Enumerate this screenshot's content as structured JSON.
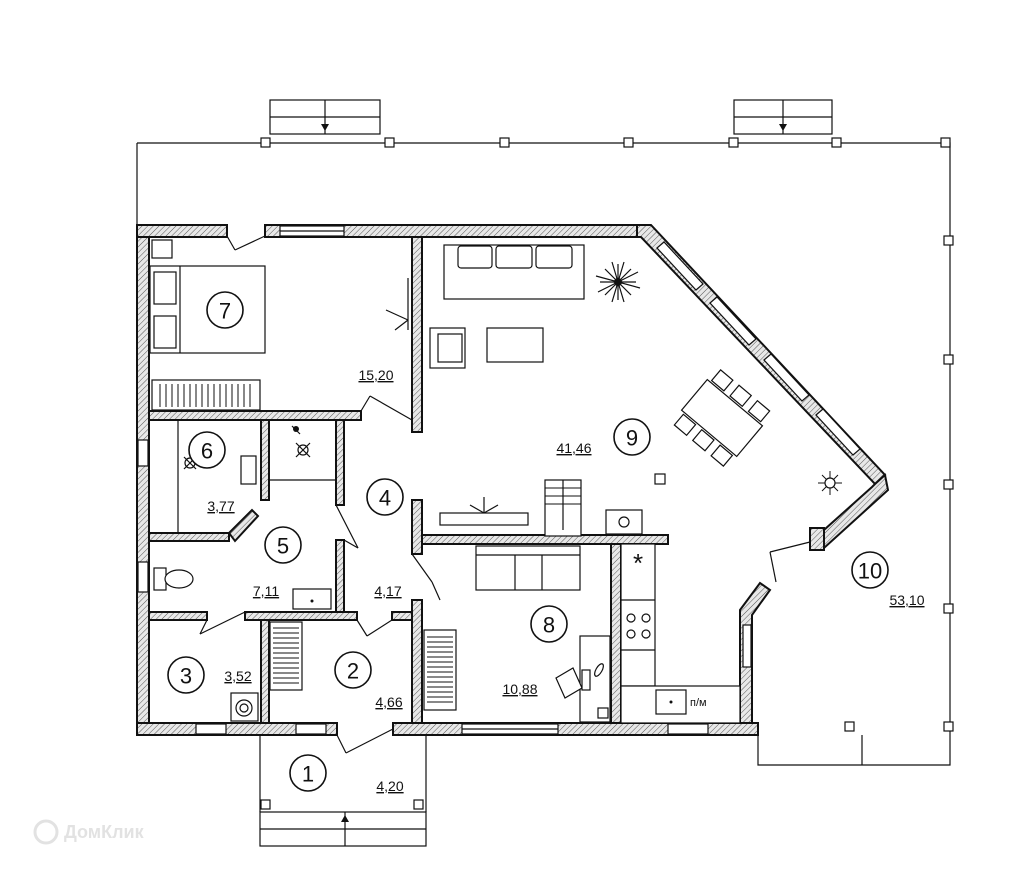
{
  "rooms": [
    {
      "number": "1",
      "area": "4,20"
    },
    {
      "number": "2",
      "area": "4,66"
    },
    {
      "number": "3",
      "area": "3,52"
    },
    {
      "number": "4",
      "area": "4,17"
    },
    {
      "number": "5",
      "area": "7,11"
    },
    {
      "number": "6",
      "area": "3,77"
    },
    {
      "number": "7",
      "area": "15,20"
    },
    {
      "number": "8",
      "area": "10,88"
    },
    {
      "number": "9",
      "area": "41,46"
    },
    {
      "number": "10",
      "area": "53,10"
    }
  ],
  "labels": {
    "pantry": "п/м",
    "star": "*",
    "watermark": "ДомКлик"
  },
  "icons": {
    "plant": "plant-icon",
    "lamp": "ceiling-lamp-icon",
    "watermark_logo": "domclick-logo-icon"
  }
}
